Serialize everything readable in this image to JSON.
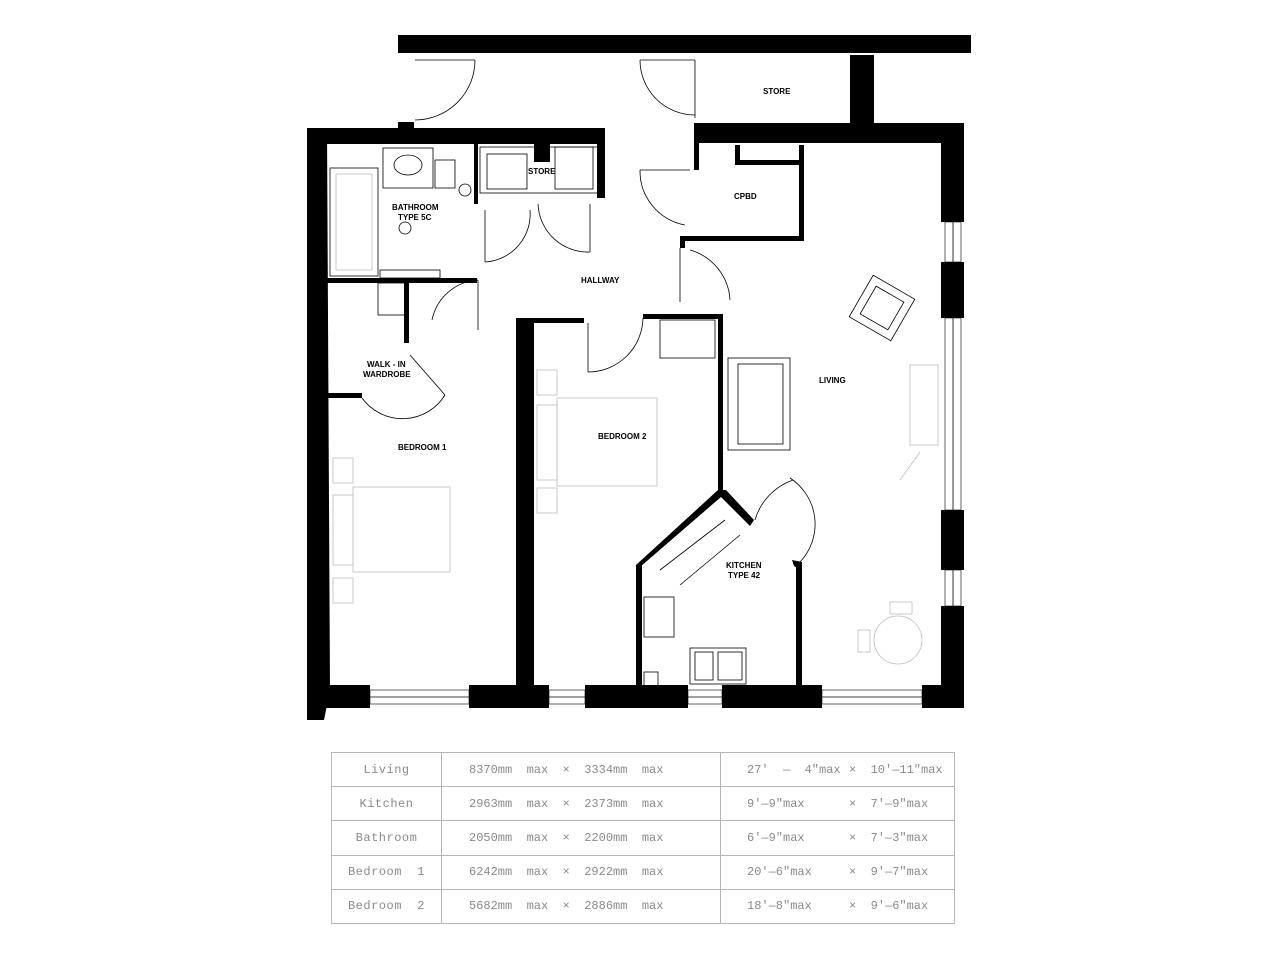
{
  "rooms": {
    "store_top": "STORE",
    "store_inner": "STORE",
    "bathroom_line1": "BATHROOM",
    "bathroom_line2": "TYPE 5C",
    "cpbd": "CPBD",
    "hallway": "HALLWAY",
    "walkin_line1": "WALK - IN",
    "walkin_line2": "WARDROBE",
    "living": "LIVING",
    "bedroom1": "BEDROOM 1",
    "bedroom2": "BEDROOM 2",
    "kitchen_line1": "KITCHEN",
    "kitchen_line2": "TYPE 42"
  },
  "dimensions": [
    {
      "room": "Living",
      "metric": "8370mm  max  ×  3334mm  max",
      "imperial_a": "27'  —  4\"max",
      "imperial_b": "×  10'—11\"max"
    },
    {
      "room": "Kitchen",
      "metric": "2963mm  max  ×  2373mm  max",
      "imperial_a": "9'—9\"max",
      "imperial_b": "×  7'—9\"max"
    },
    {
      "room": "Bathroom",
      "metric": "2050mm  max  ×  2200mm  max",
      "imperial_a": "6'—9\"max",
      "imperial_b": "×  7'—3\"max"
    },
    {
      "room": "Bedroom  1",
      "metric": "6242mm  max  ×  2922mm  max",
      "imperial_a": "20'—6\"max",
      "imperial_b": "×  9'—7\"max"
    },
    {
      "room": "Bedroom  2",
      "metric": "5682mm  max  ×  2886mm  max",
      "imperial_a": "18'—8\"max",
      "imperial_b": "×  9'—6\"max"
    }
  ]
}
